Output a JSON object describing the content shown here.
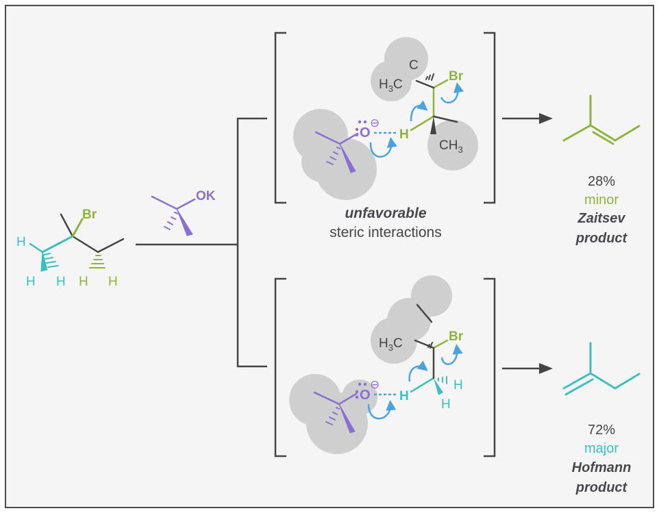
{
  "colors": {
    "background": "#f5f5f5",
    "frame": "#4a4a4a",
    "line": "#444444",
    "green": "#8db43b",
    "teal": "#3bbfc0",
    "purple": "#8a6fd1",
    "arrow_blue": "#4aa3de",
    "steric": "#cfcfcf",
    "text": "#444444",
    "emph": "#4a4650"
  },
  "reactant": {
    "leaving_group": "Br",
    "h_left_top": "H",
    "h_left_bottom_1": "H",
    "h_left_bottom_2": "H",
    "h_right_1": "H",
    "h_right_2": "H"
  },
  "base": {
    "label": "OK"
  },
  "top_pathway": {
    "substituent_1_main": "H",
    "substituent_1_sub": "3",
    "substituent_1_tail": "C",
    "substituent_2_main": "CH",
    "substituent_2_sub": "3",
    "oxygen": "O",
    "charge": "⊖",
    "hydrogen": "H",
    "leaving_group": "Br",
    "carbon_fragment": "C",
    "caption_emph": "unfavorable",
    "caption_rest": "steric interactions"
  },
  "bottom_pathway": {
    "substituent_main": "H",
    "substituent_sub": "3",
    "substituent_tail": "C",
    "oxygen": "O",
    "charge": "⊖",
    "hydrogen": "H",
    "leaving_group": "Br",
    "h_right_1": "H",
    "h_right_2": "H"
  },
  "products": [
    {
      "percent": "28%",
      "label": "minor",
      "name_1": "Zaitsev",
      "name_2": "product"
    },
    {
      "percent": "72%",
      "label": "major",
      "name_1": "Hofmann",
      "name_2": "product"
    }
  ]
}
